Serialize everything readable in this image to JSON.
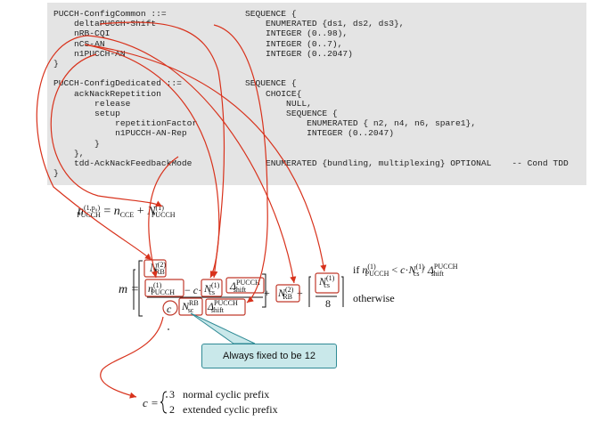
{
  "asn": {
    "lines": [
      {
        "left": "PUCCH-ConfigCommon ::=",
        "right": "SEQUENCE {"
      },
      {
        "left": "    deltaPUCCH-Shift",
        "right": "    ENUMERATED {ds1, ds2, ds3},"
      },
      {
        "left": "    nRB-CQI",
        "right": "    INTEGER (0..98),"
      },
      {
        "left": "    nCS-AN",
        "right": "    INTEGER (0..7),"
      },
      {
        "left": "    n1PUCCH-AN",
        "right": "    INTEGER (0..2047)"
      },
      {
        "left": "}",
        "right": ""
      },
      {
        "left": "",
        "right": ""
      },
      {
        "left": "PUCCH-ConfigDedicated ::=",
        "right": "SEQUENCE {"
      },
      {
        "left": "    ackNackRepetition",
        "right": "    CHOICE{"
      },
      {
        "left": "        release",
        "right": "        NULL,"
      },
      {
        "left": "        setup",
        "right": "        SEQUENCE {"
      },
      {
        "left": "            repetitionFactor",
        "right": "            ENUMERATED { n2, n4, n6, spare1},"
      },
      {
        "left": "            n1PUCCH-AN-Rep",
        "right": "            INTEGER (0..2047)"
      },
      {
        "left": "        }",
        "right": ""
      },
      {
        "left": "    },",
        "right": ""
      },
      {
        "left": "    tdd-AckNackFeedbackMode",
        "right": "    ENUMERATED {bundling, multiplexing} OPTIONAL    -- Cond TDD"
      },
      {
        "left": "}",
        "right": ""
      }
    ]
  },
  "eq1": {
    "n": "n",
    "n_sup": "(1,p₀)",
    "n_sub": "PUCCH",
    "eq": " = ",
    "ncce": "n",
    "ncce_sub": "CCE",
    "plus": " + ",
    "N": "N",
    "N_sup": "(1)",
    "N_sub": "PUCCH"
  },
  "eq2": {
    "m": "m =",
    "N": "N",
    "rb": "RB",
    "sup2": "(2)",
    "n": "n",
    "sup1": "(1)",
    "pucch": "PUCCH",
    "minus": " − ",
    "c": "c",
    "dot": "·",
    "cs": "cs",
    "delta": "Δ",
    "delta_sup": "PUCCH",
    "delta_sub": "shift",
    "sc": "sc",
    "plus": " + ",
    "eight": "8",
    "cond": "if ",
    "lt": " < ",
    "slash": " / ",
    "otherwise": "otherwise"
  },
  "callout": {
    "text": "Always fixed to be 12"
  },
  "cdef": {
    "c": "c =",
    "three": "3",
    "normal": "normal cyclic prefix",
    "two": "2",
    "extended": "extended cyclic prefix"
  },
  "colors": {
    "arrow": "#d8321c",
    "box": "#c0392b",
    "callout_fill": "#c9e8ea",
    "callout_border": "#2f8a95"
  }
}
